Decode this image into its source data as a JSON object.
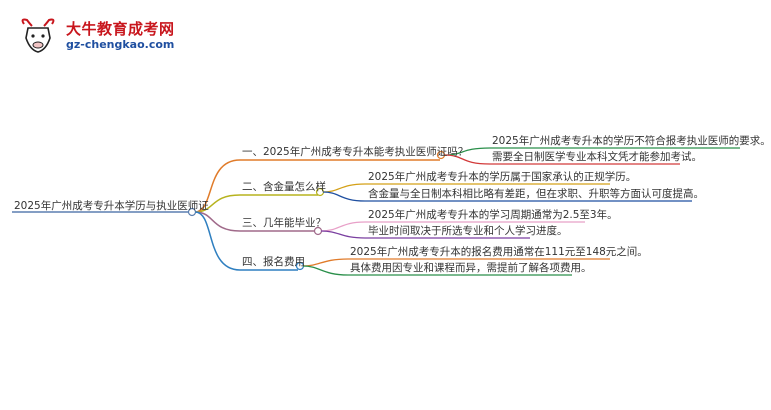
{
  "brand": {
    "name": "大牛教育成考网",
    "url": "gz-chengkao.com",
    "logo_glyph": "大牛"
  },
  "root": "2025年广州成考专升本学历与执业医师证",
  "branches": [
    {
      "label": "一、2025年广州成考专升本能考执业医师证吗？",
      "color": "#e07b2a",
      "children": [
        {
          "text": "2025年广州成考专升本的学历不符合报考执业医师的要求。",
          "color": "#2a8f4a"
        },
        {
          "text": "需要全日制医学专业本科文凭才能参加考试。",
          "color": "#d23a3a"
        }
      ]
    },
    {
      "label": "二、含金量怎么样",
      "color": "#b7b31e",
      "children": [
        {
          "text": "2025年广州成考专升本的学历属于国家承认的正规学历。",
          "color": "#d4a017"
        },
        {
          "text": "含金量与全日制本科相比略有差距，但在求职、升职等方面认可度提高。",
          "color": "#1f4fa0"
        }
      ]
    },
    {
      "label": "三、几年能毕业？",
      "color": "#a06a8a",
      "children": [
        {
          "text": "2025年广州成考专升本的学习周期通常为2.5至3年。",
          "color": "#e8a0c8"
        },
        {
          "text": "毕业时间取决于所选专业和个人学习进度。",
          "color": "#7a3fa0"
        }
      ]
    },
    {
      "label": "四、报名费用",
      "color": "#2f7fc0",
      "children": [
        {
          "text": "2025年广州成考专升本的报名费用通常在111元至148元之间。",
          "color": "#e07b2a"
        },
        {
          "text": "具体费用因专业和课程而异，需提前了解各项费用。",
          "color": "#2a8f4a"
        }
      ]
    }
  ]
}
